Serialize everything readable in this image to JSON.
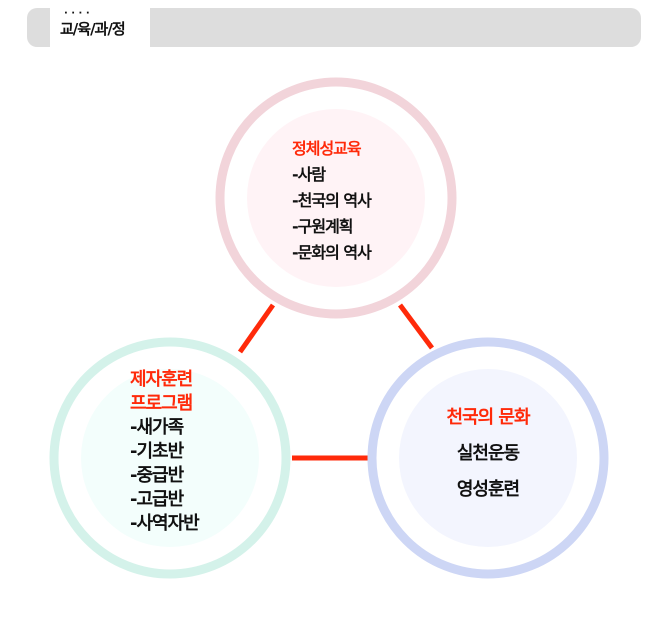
{
  "header": {
    "title": "교/육/과/정"
  },
  "colors": {
    "line": "#ff2a0a",
    "top": "#f2d4da",
    "left": "#d4f2ea",
    "right": "#cdd6f5"
  },
  "nodes": {
    "top": {
      "title": "정체성교육",
      "items": [
        "-사람",
        "-천국의 역사",
        "-구원계획",
        "-문화의 역사"
      ]
    },
    "left": {
      "title": [
        "제자훈련",
        "프로그램"
      ],
      "items": [
        "-새가족",
        "-기초반",
        "-중급반",
        "-고급반",
        "-사역자반"
      ]
    },
    "right": {
      "title": "천국의 문화",
      "items": [
        "실천운동",
        "영성훈련"
      ]
    }
  }
}
